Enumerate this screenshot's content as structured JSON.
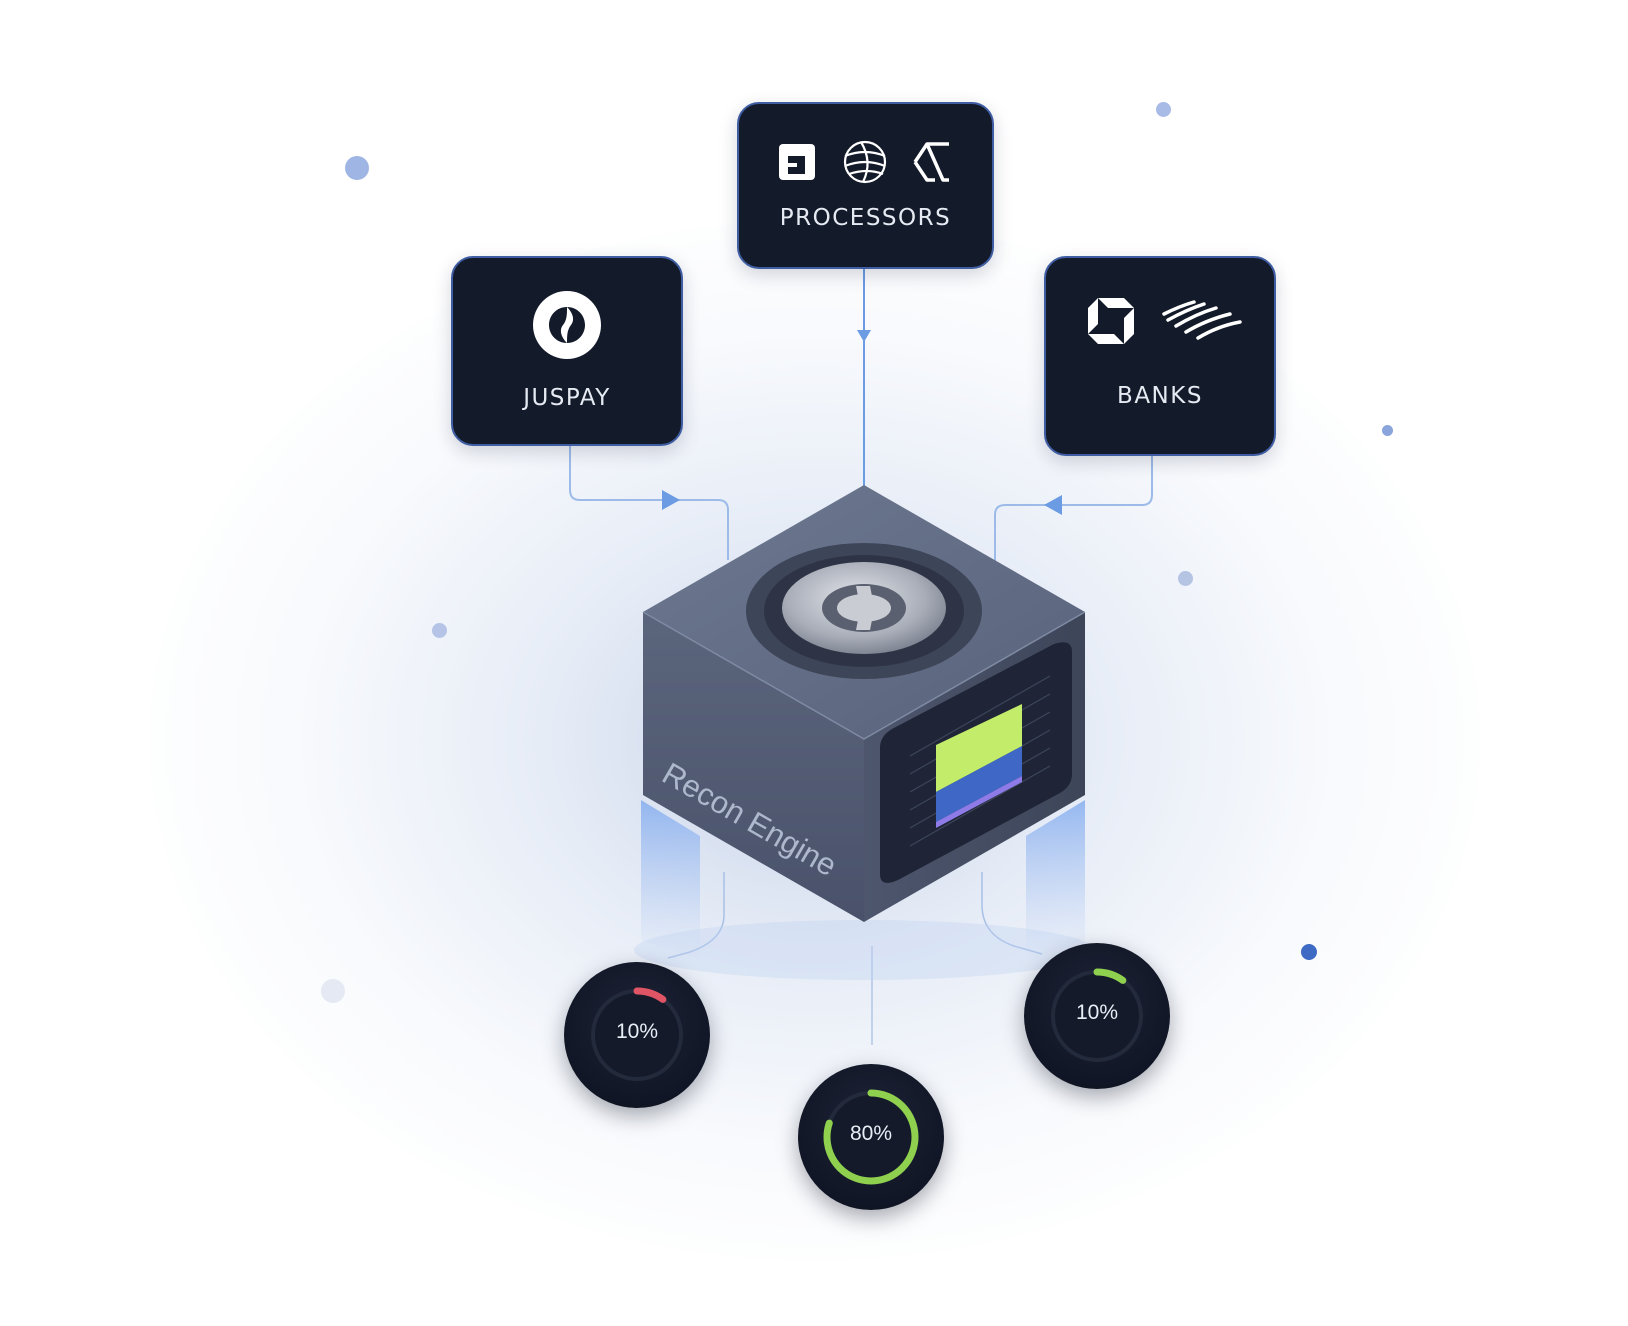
{
  "sources": {
    "juspay": {
      "label": "JUSPAY",
      "icon": "juspay-logo-icon"
    },
    "processors": {
      "label": "PROCESSORS",
      "icons": [
        "adyen-logo-icon",
        "worldpay-globe-icon",
        "checkout-logo-icon"
      ]
    },
    "banks": {
      "label": "BANKS",
      "icons": [
        "chase-logo-icon",
        "bank-of-america-flag-icon"
      ]
    }
  },
  "engine": {
    "label": "Recon Engine",
    "icon": "juspay-logo-icon"
  },
  "gauges": [
    {
      "id": "left",
      "label": "10%",
      "value": 0.1,
      "color": "#e05565"
    },
    {
      "id": "center",
      "label": "80%",
      "value": 0.8,
      "color": "#8fd14f"
    },
    {
      "id": "right",
      "label": "10%",
      "value": 0.1,
      "color": "#8fd14f"
    }
  ],
  "colors": {
    "card_bg": "#131a2a",
    "card_border": "#3f5da3",
    "connector": "#6b9be3",
    "screen_green": "#c2ec6a",
    "screen_blue": "#3f68c6",
    "screen_purple": "#8e7be8",
    "dot": "#9cb2e2"
  }
}
